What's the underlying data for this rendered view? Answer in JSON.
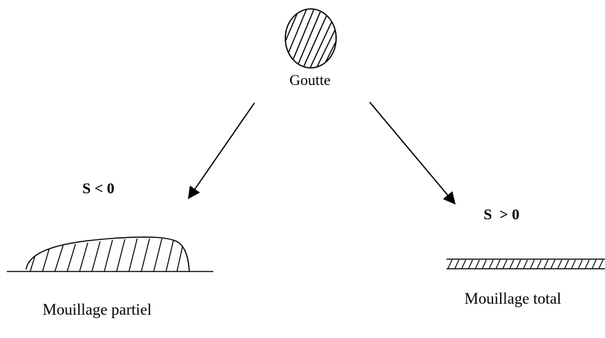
{
  "colors": {
    "ink": "#000000",
    "background": "#ffffff"
  },
  "drop": {
    "label": "Goutte"
  },
  "partial": {
    "condition": "S < 0",
    "caption": "Mouillage partiel"
  },
  "total": {
    "condition": "S  > 0",
    "caption": "Mouillage total"
  }
}
